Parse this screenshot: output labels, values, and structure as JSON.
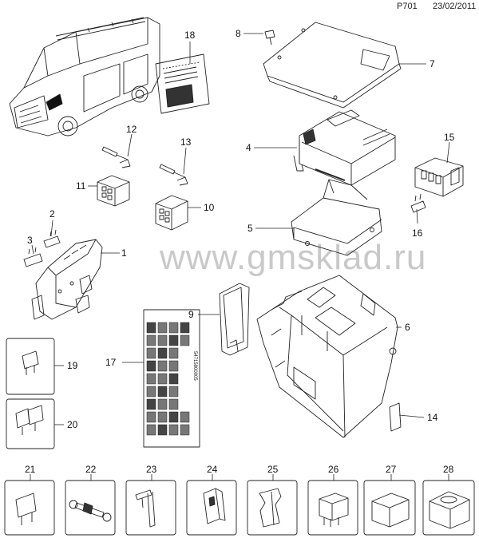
{
  "header": {
    "page_code": "P701",
    "date": "23/02/2011"
  },
  "watermark": "www.gmsklad.ru",
  "labels": [
    {
      "id": "1",
      "text": "1"
    },
    {
      "id": "2",
      "text": "2"
    },
    {
      "id": "3",
      "text": "3"
    },
    {
      "id": "4",
      "text": "4"
    },
    {
      "id": "5",
      "text": "5"
    },
    {
      "id": "6",
      "text": "6"
    },
    {
      "id": "7",
      "text": "7"
    },
    {
      "id": "8",
      "text": "8"
    },
    {
      "id": "9",
      "text": "9"
    },
    {
      "id": "10",
      "text": "10"
    },
    {
      "id": "11",
      "text": "11"
    },
    {
      "id": "12",
      "text": "12"
    },
    {
      "id": "13",
      "text": "13"
    },
    {
      "id": "14",
      "text": "14"
    },
    {
      "id": "15",
      "text": "15"
    },
    {
      "id": "16",
      "text": "16"
    },
    {
      "id": "17",
      "text": "17"
    },
    {
      "id": "18",
      "text": "18"
    },
    {
      "id": "19",
      "text": "19"
    },
    {
      "id": "20",
      "text": "20"
    },
    {
      "id": "21",
      "text": "21"
    },
    {
      "id": "22",
      "text": "22"
    },
    {
      "id": "23",
      "text": "23"
    },
    {
      "id": "24",
      "text": "24"
    },
    {
      "id": "25",
      "text": "25"
    },
    {
      "id": "26",
      "text": "26"
    },
    {
      "id": "27",
      "text": "27"
    },
    {
      "id": "28",
      "text": "28"
    }
  ],
  "stamp_text": "54715800005"
}
